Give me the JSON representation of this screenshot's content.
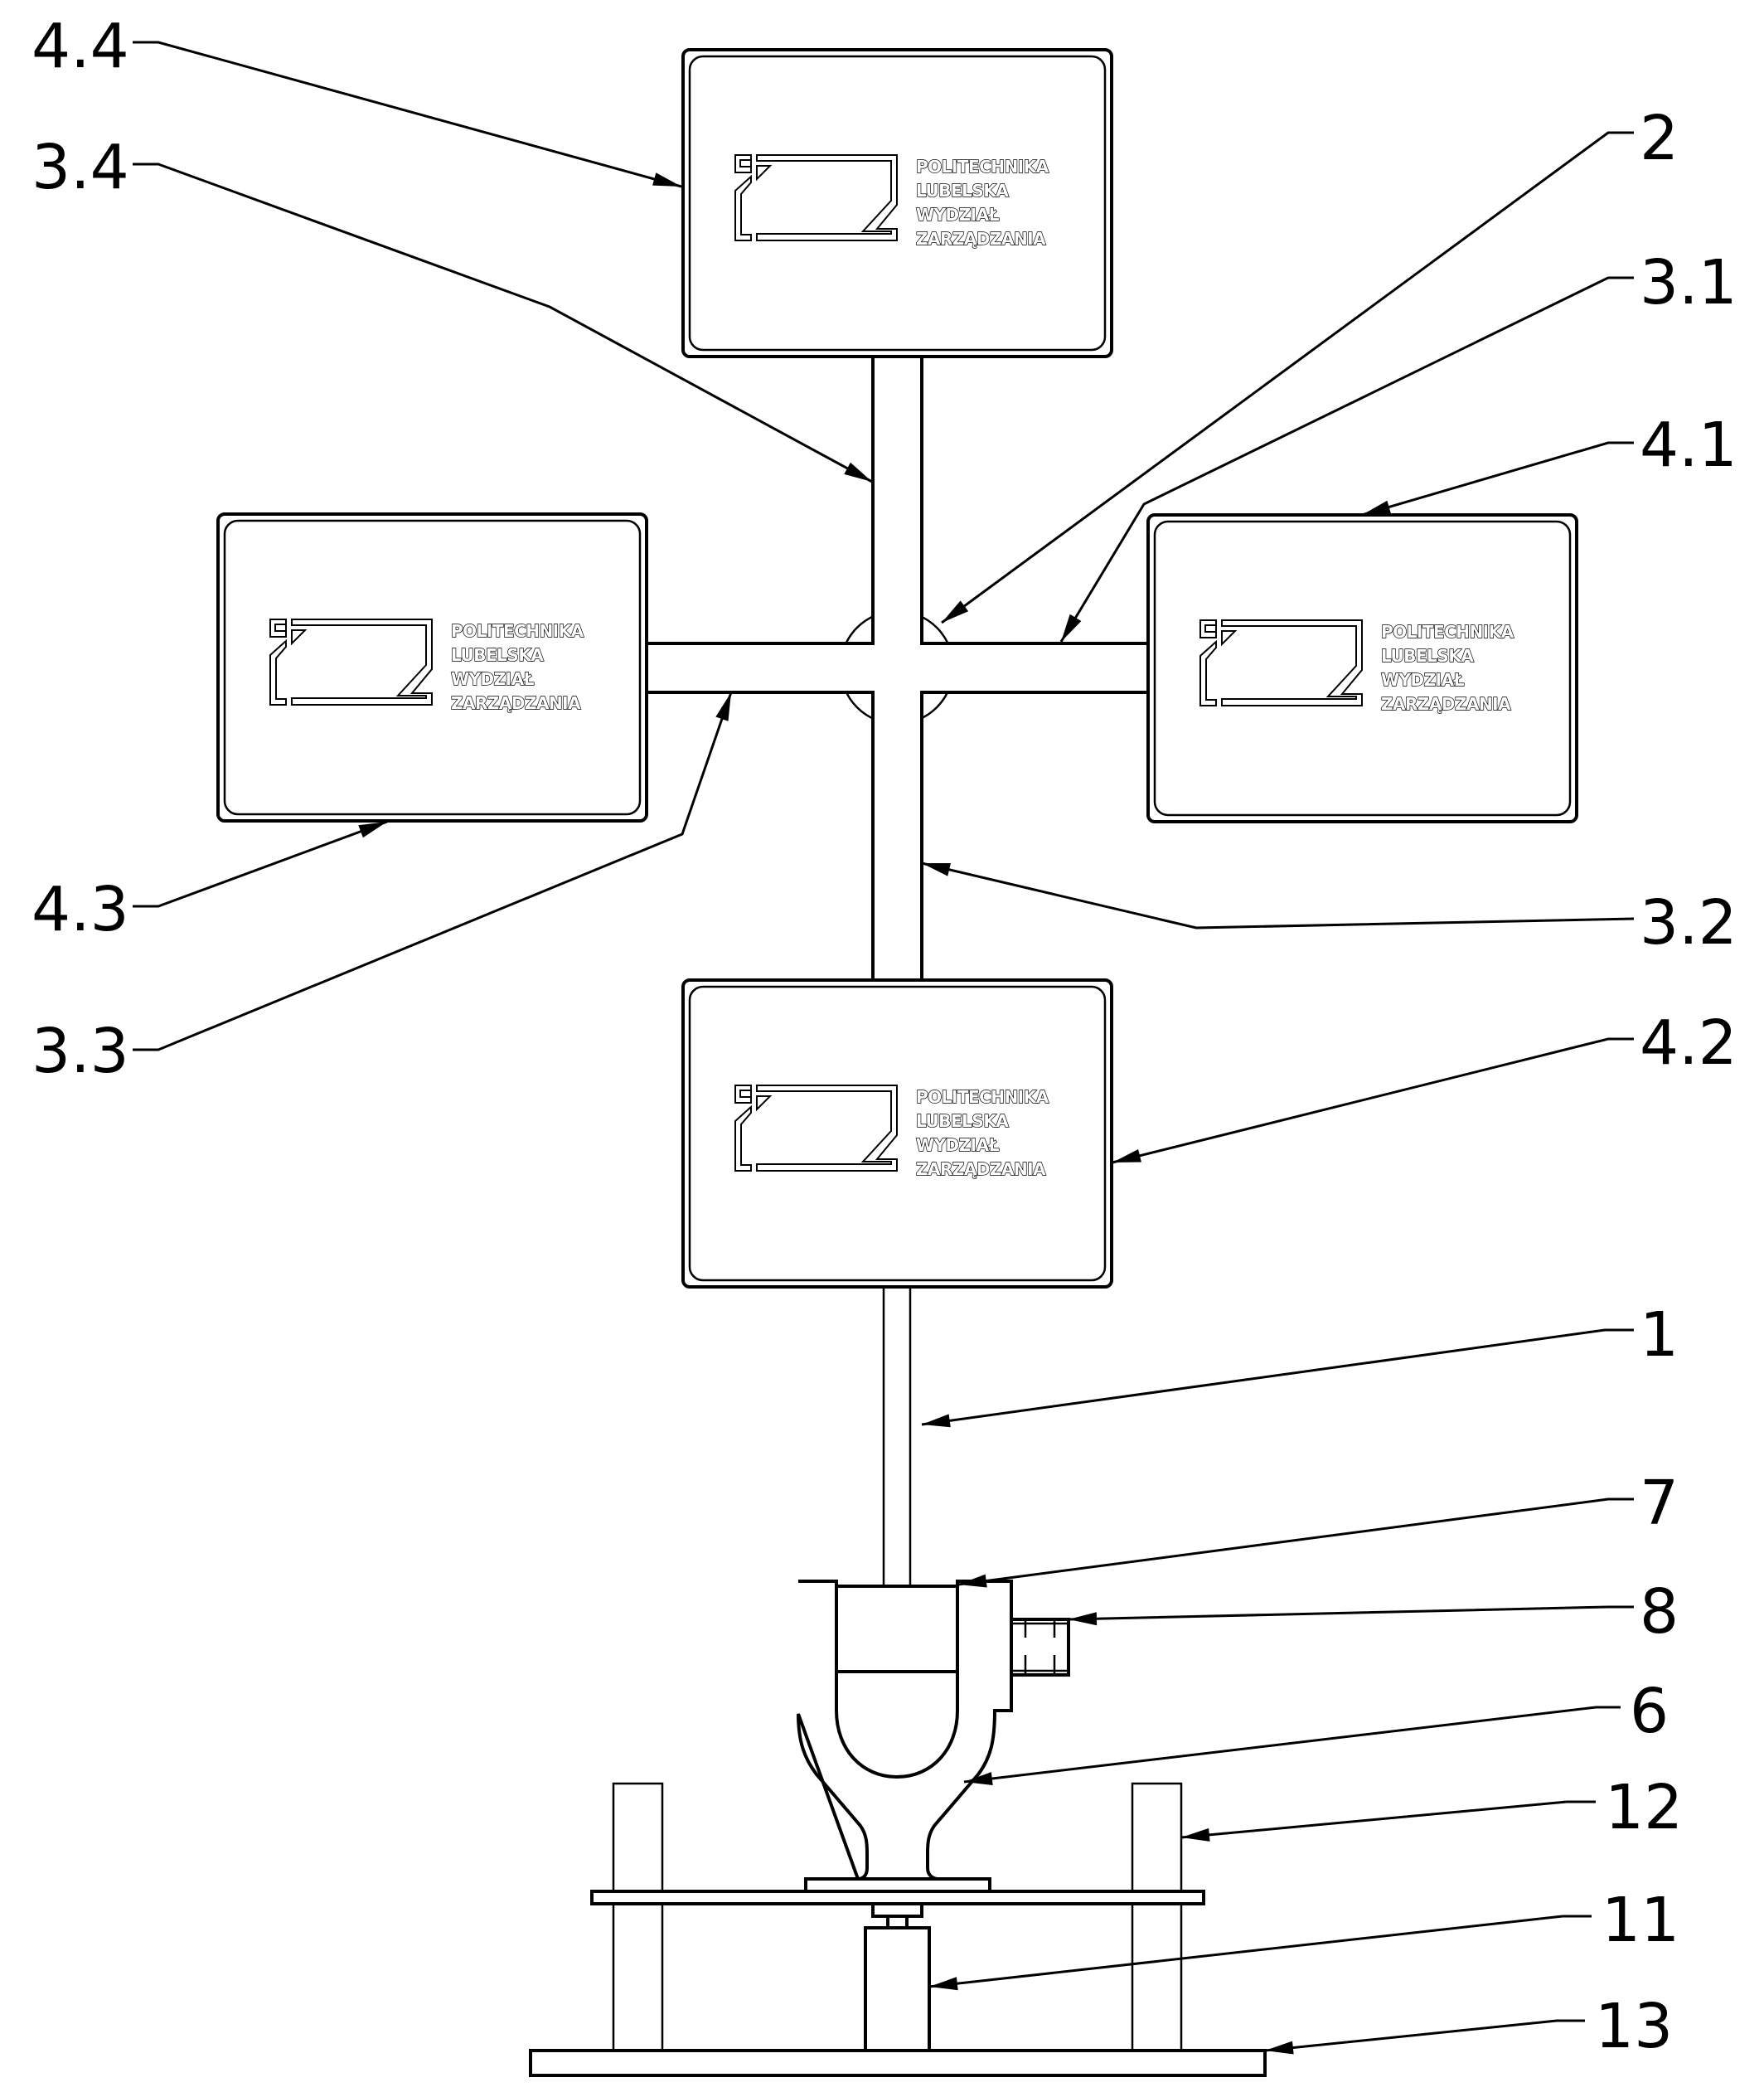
{
  "drawing": {
    "title": "Technical drawing: rotating sign stand with four panels",
    "line_color": "#000000",
    "background_color": "#ffffff"
  },
  "panels": [
    {
      "id": "4.4",
      "position": "top",
      "lines": [
        "POLITECHNIKA",
        "LUBELSKA",
        "WYDZIAŁ",
        "ZARZĄDZANIA"
      ]
    },
    {
      "id": "4.3",
      "position": "left",
      "lines": [
        "POLITECHNIKA",
        "LUBELSKA",
        "WYDZIAŁ",
        "ZARZĄDZANIA"
      ]
    },
    {
      "id": "4.1",
      "position": "right",
      "lines": [
        "POLITECHNIKA",
        "LUBELSKA",
        "WYDZIAŁ",
        "ZARZĄDZANIA"
      ]
    },
    {
      "id": "4.2",
      "position": "bottom",
      "lines": [
        "POLITECHNIKA",
        "LUBELSKA",
        "WYDZIAŁ",
        "ZARZĄDZANIA"
      ]
    }
  ],
  "callouts": {
    "c44": "4.4",
    "c34": "3.4",
    "c2": "2",
    "c31": "3.1",
    "c41": "4.1",
    "c43": "4.3",
    "c32": "3.2",
    "c33": "3.3",
    "c42": "4.2",
    "c1": "1",
    "c7": "7",
    "c8": "8",
    "c6": "6",
    "c12": "12",
    "c11": "11",
    "c13": "13"
  }
}
